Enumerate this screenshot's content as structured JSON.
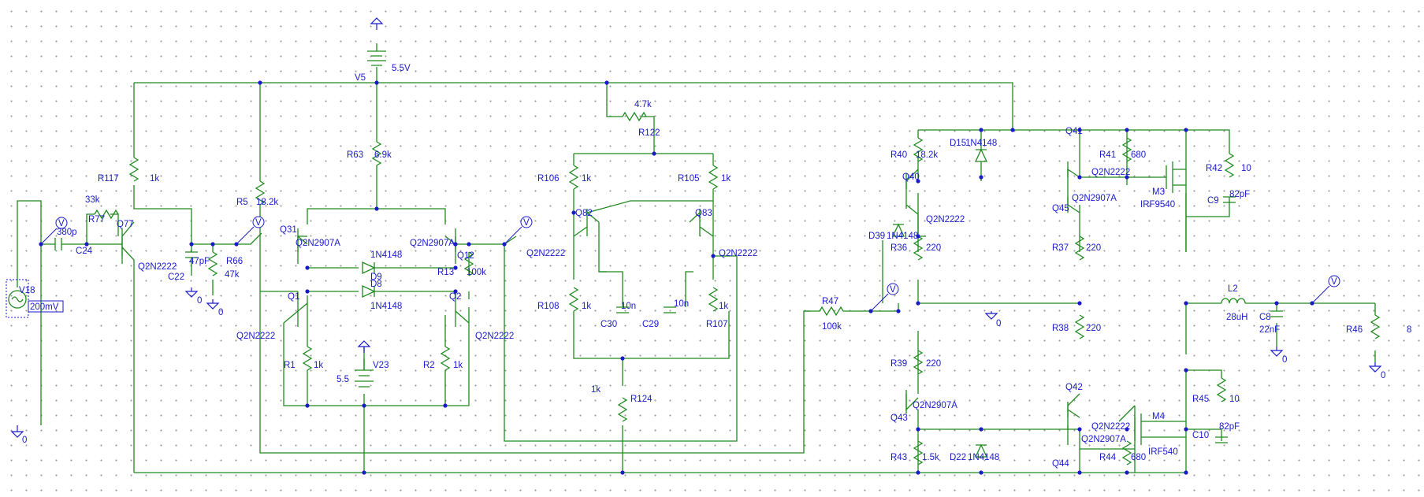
{
  "schematic": {
    "labels": {
      "v5": "V5",
      "v5_val": "5.5V",
      "r117": "R117",
      "r117_val": "1k",
      "r77": "R77",
      "r77_val": "33k",
      "q77": "Q77",
      "q77_model": "Q2N2222",
      "c24": "C24",
      "c24_val": "380p",
      "v18": "V18",
      "v18_val": "200mV",
      "c22": "C22",
      "c22_val": "47pF",
      "r66": "R66",
      "r66_val": "47k",
      "r5": "R5",
      "r5_val": "18.2k",
      "r63": "R63",
      "r63_val": "6.9k",
      "q31": "Q31",
      "q31_model": "Q2N2907A",
      "q12": "Q12",
      "q12_model": "Q2N2907A",
      "r13": "R13",
      "r13_val": "100k",
      "d9": "D9",
      "d9_model": "1N4148",
      "d8": "D8",
      "d8_model": "1N4148",
      "q1": "Q1",
      "q1_model": "Q2N2222",
      "q2": "Q2",
      "q2_model": "Q2N2222",
      "r1": "R1",
      "r1_val": "1k",
      "r2": "R2",
      "r2_val": "1k",
      "v23": "V23",
      "v23_val": "5.5",
      "r122": "R122",
      "r122_val": "4.7k",
      "r106": "R106",
      "r106_val": "1k",
      "r105": "R105",
      "r105_val": "1k",
      "q82": "Q82",
      "q82_model": "Q2N2222",
      "q83": "Q83",
      "q83_model": "Q2N2222",
      "r108": "R108",
      "r108_val": "1k",
      "r107": "R107",
      "r107_val": "1k",
      "c30": "C30",
      "c30_val": "10n",
      "c29": "C29",
      "c29_val": "10n",
      "r124": "R124",
      "r124_val": "1k",
      "r47": "R47",
      "r47_val": "100k",
      "r40": "R40",
      "r40_val": "18.2k",
      "d15": "D15",
      "d15_model": "1N4148",
      "q40": "Q40",
      "q40_model": "Q2N2222",
      "d39": "D39",
      "d39_model": "1N4148",
      "r36": "R36",
      "r36_val": "220",
      "r39": "R39",
      "r39_val": "220",
      "q43": "Q43",
      "q43_model": "Q2N2907A",
      "r43": "R43",
      "r43_val": "1.5k",
      "d22": "D22",
      "d22_model": "1N4148",
      "q41": "Q41",
      "q41_model": "Q2N2222",
      "q45": "Q45",
      "q45_model": "Q2N2907A",
      "r41": "R41",
      "r41_val": "680",
      "r37": "R37",
      "r37_val": "220",
      "r38": "R38",
      "r38_val": "220",
      "q42": "Q42",
      "q42_model": "Q2N2222",
      "q44": "Q44",
      "q44_model": "Q2N2907A",
      "r44": "R44",
      "r44_val": "680",
      "m3": "M3",
      "m3_model": "IRF9540",
      "m4": "M4",
      "m4_model": "IRF540",
      "r42": "R42",
      "r42_val": "10",
      "c9": "C9",
      "c9_val": "82pF",
      "r45": "R45",
      "r45_val": "10",
      "c10": "C10",
      "c10_val": "82pF",
      "l2": "L2",
      "l2_val": "28uH",
      "c8": "C8",
      "c8_val": "22nF",
      "r46": "R46",
      "r46_val": "8",
      "gnd": "0",
      "probe": "V"
    }
  }
}
